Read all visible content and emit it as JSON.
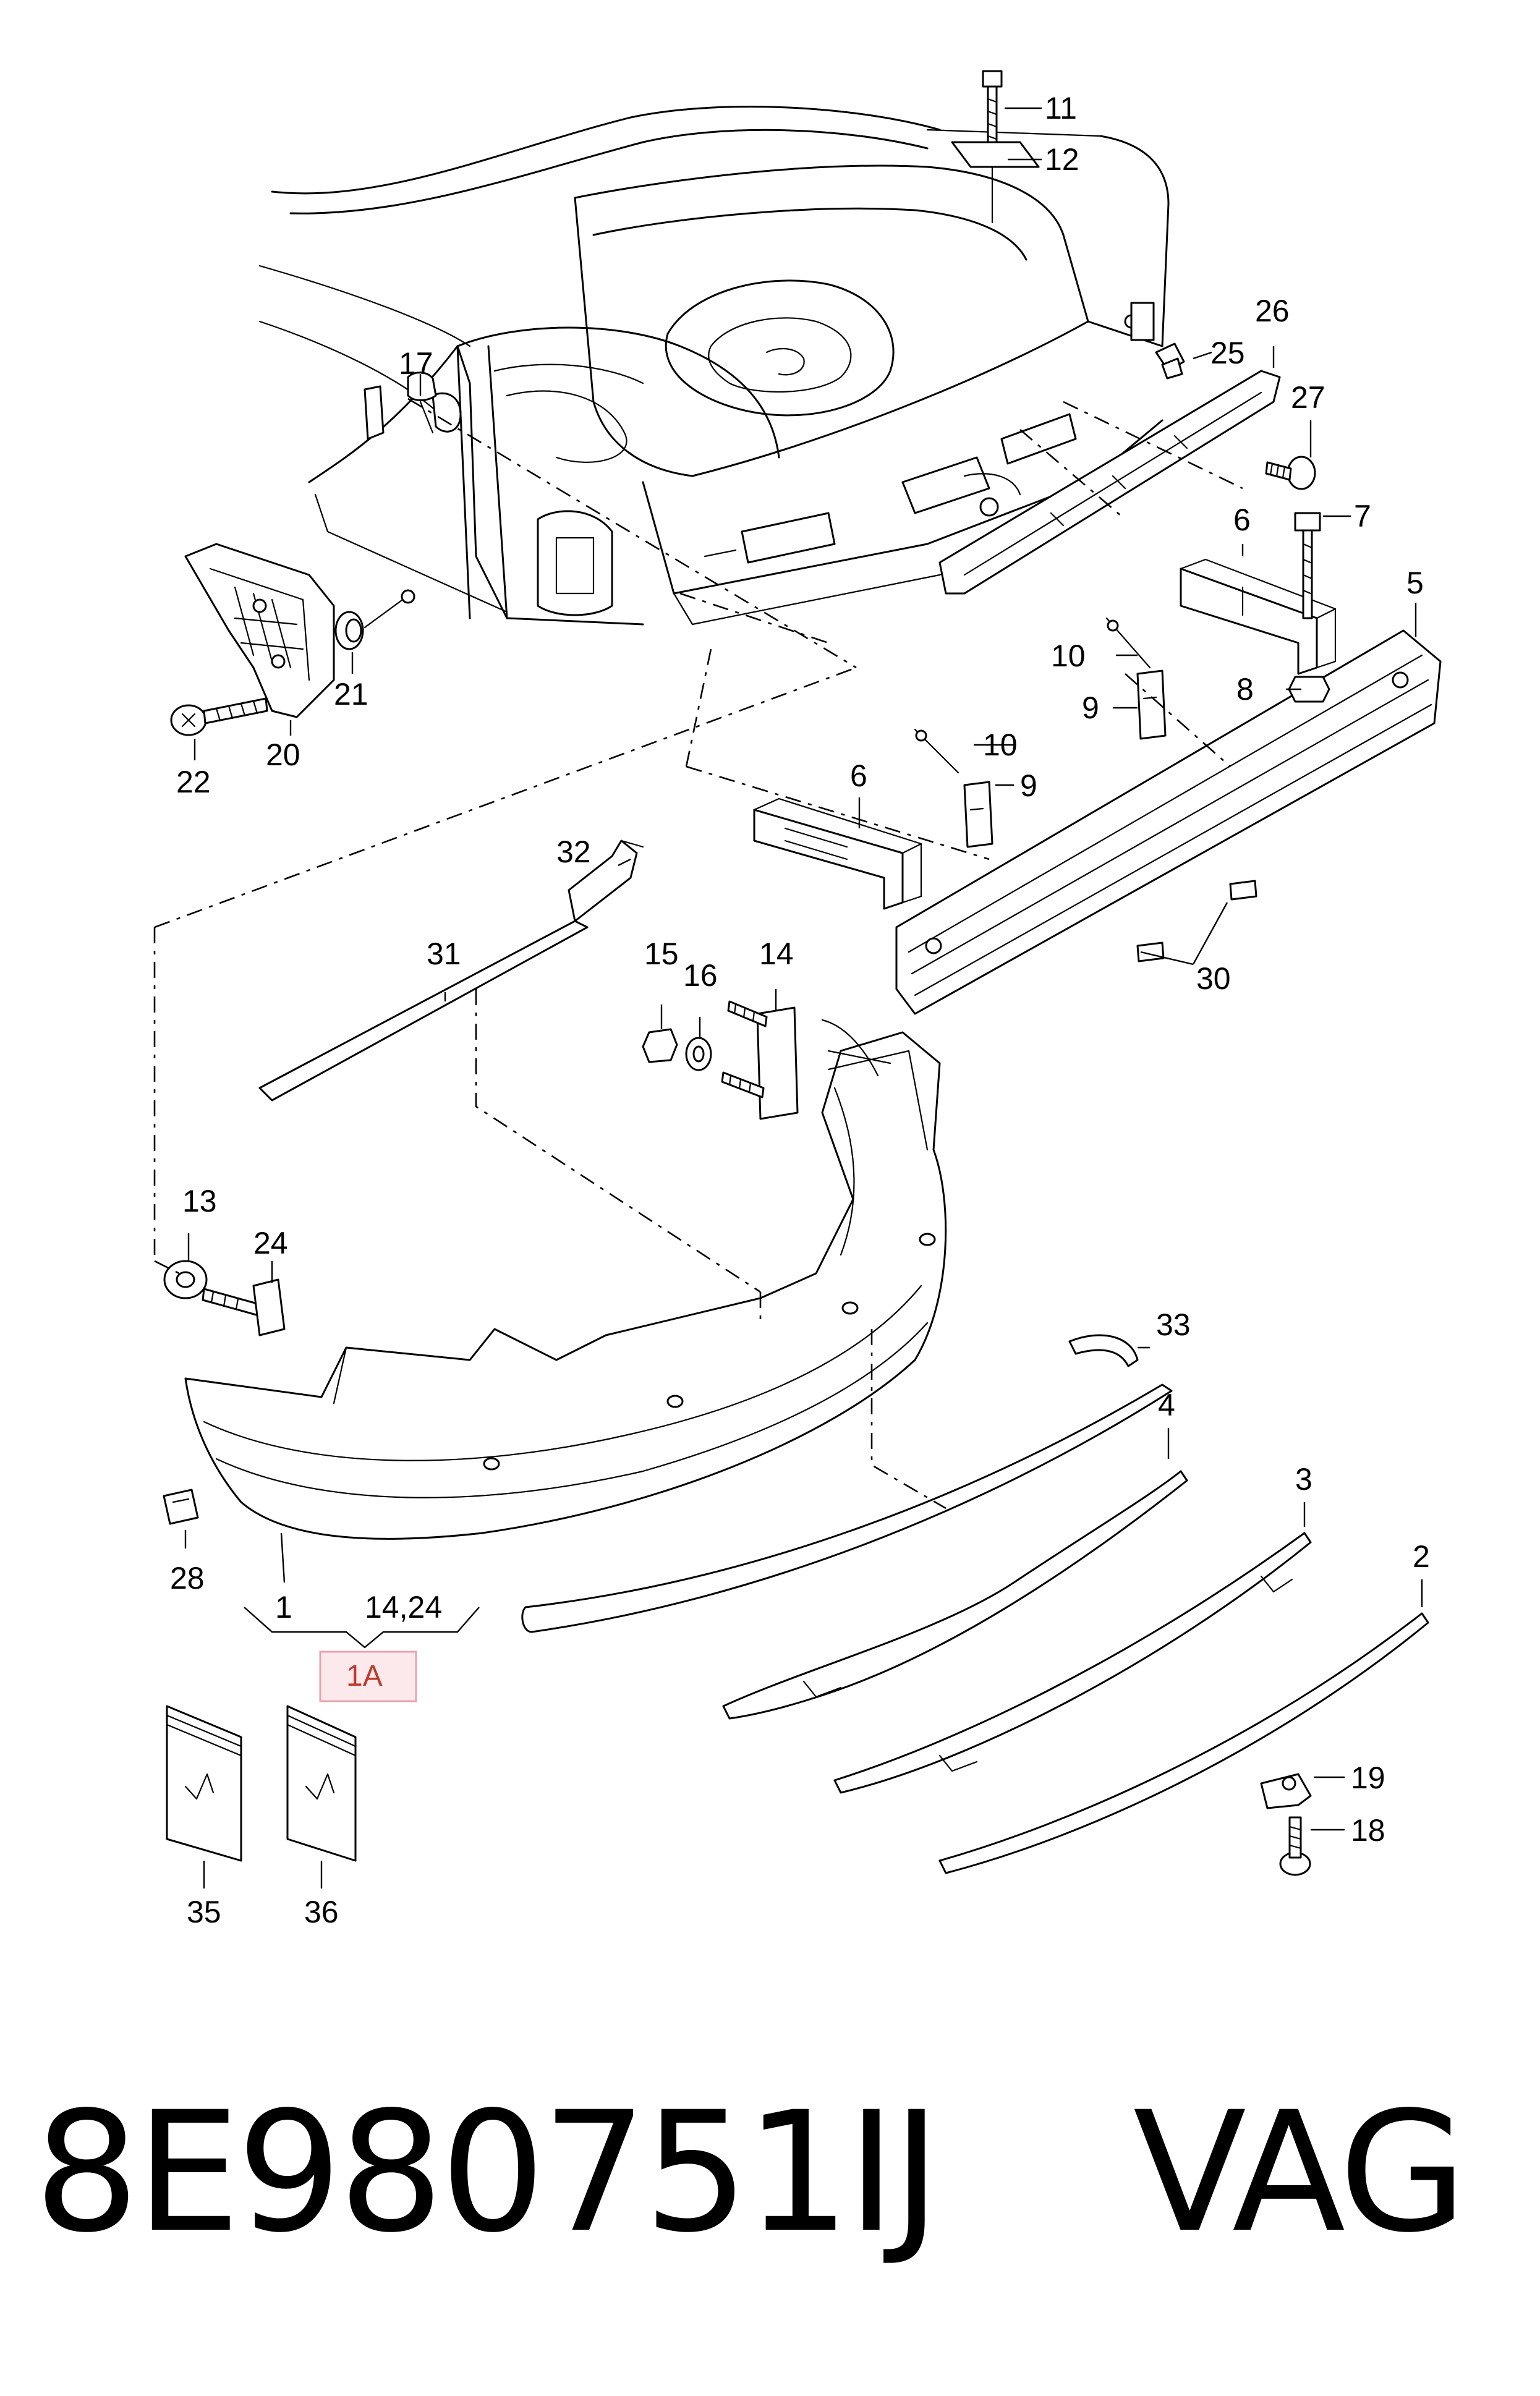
{
  "callouts": {
    "c1": "1",
    "c2": "2",
    "c3": "3",
    "c4": "4",
    "c5": "5",
    "c6a": "6",
    "c6b": "6",
    "c7": "7",
    "c8": "8",
    "c9a": "9",
    "c9b": "9",
    "c10a": "10",
    "c10b": "10",
    "c11": "11",
    "c12": "12",
    "c13": "13",
    "c14a": "14",
    "c14_24": "14,24",
    "c15": "15",
    "c16": "16",
    "c17": "17",
    "c18": "18",
    "c19": "19",
    "c20": "20",
    "c21": "21",
    "c22": "22",
    "c24": "24",
    "c25": "25",
    "c26": "26",
    "c27": "27",
    "c28": "28",
    "c30": "30",
    "c31": "31",
    "c32": "32",
    "c33": "33",
    "c35": "35",
    "c36": "36"
  },
  "assembly_box": {
    "label": "1A",
    "border_color": "#e8a3ad",
    "fill_color": "#fce9ec",
    "text_color": "#c0392b"
  },
  "caption": {
    "part_number": "8E980751IJ",
    "brand": "VAG"
  }
}
